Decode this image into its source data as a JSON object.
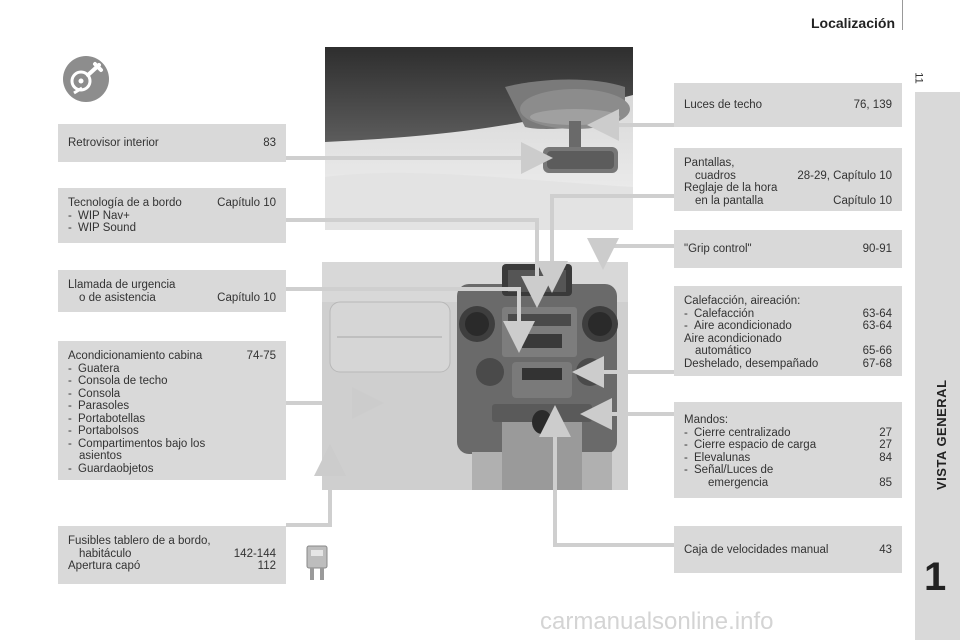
{
  "header": {
    "title": "Localización",
    "page_number": "11"
  },
  "side_tab": {
    "label": "VISTA GENERAL",
    "chapter": "1"
  },
  "watermark": "carmanualsonline.info",
  "left_boxes": {
    "mirror": {
      "label": "Retrovisor interior",
      "page": "83"
    },
    "tech": {
      "label": "Tecnología de a bordo",
      "page": "Capítulo 10",
      "items": [
        "WIP Nav+",
        "WIP Sound"
      ]
    },
    "emergency": {
      "line1": "Llamada de urgencia",
      "line2": "o de asistencia",
      "page": "Capítulo 10"
    },
    "cabin": {
      "label": "Acondicionamiento cabina",
      "page": "74-75",
      "items": [
        "Guatera",
        "Consola de techo",
        "Consola",
        "Parasoles",
        "Portabotellas",
        "Portabolsos",
        "Compartimentos bajo los",
        "Guardaobjetos"
      ],
      "item_cont": "asientos"
    },
    "fuses": {
      "line1": "Fusibles tablero de a bordo,",
      "line2": "habitáculo",
      "page1": "142-144",
      "line3": "Apertura capó",
      "page2": "112"
    }
  },
  "right_boxes": {
    "ceiling": {
      "label": "Luces de techo",
      "page": "76, 139"
    },
    "screens": {
      "line1": "Pantallas,",
      "line2": "cuadros",
      "page1": "28-29, Capítulo 10",
      "line3": "Reglaje de la hora",
      "line4": "en la pantalla",
      "page2": "Capítulo 10"
    },
    "grip": {
      "label": "\"Grip control\"",
      "page": "90-91"
    },
    "heating": {
      "title": "Calefacción, aireación:",
      "items": [
        {
          "label": "Calefacción",
          "page": "63-64"
        },
        {
          "label": "Aire acondicionado",
          "page": "63-64"
        }
      ],
      "auto1": "Aire acondicionado",
      "auto2": "automático",
      "auto_page": "65-66",
      "defrost": "Deshelado, desempañado",
      "defrost_page": "67-68"
    },
    "controls": {
      "title": "Mandos:",
      "items": [
        {
          "label": "Cierre centralizado",
          "page": "27"
        },
        {
          "label": "Cierre espacio de carga",
          "page": "27"
        },
        {
          "label": "Elevalunas",
          "page": "84"
        },
        {
          "label": "Señal/Luces de",
          "page": ""
        }
      ],
      "cont": "emergencia",
      "cont_page": "85"
    },
    "gearbox": {
      "label": "Caja de velocidades manual",
      "page": "43"
    }
  }
}
